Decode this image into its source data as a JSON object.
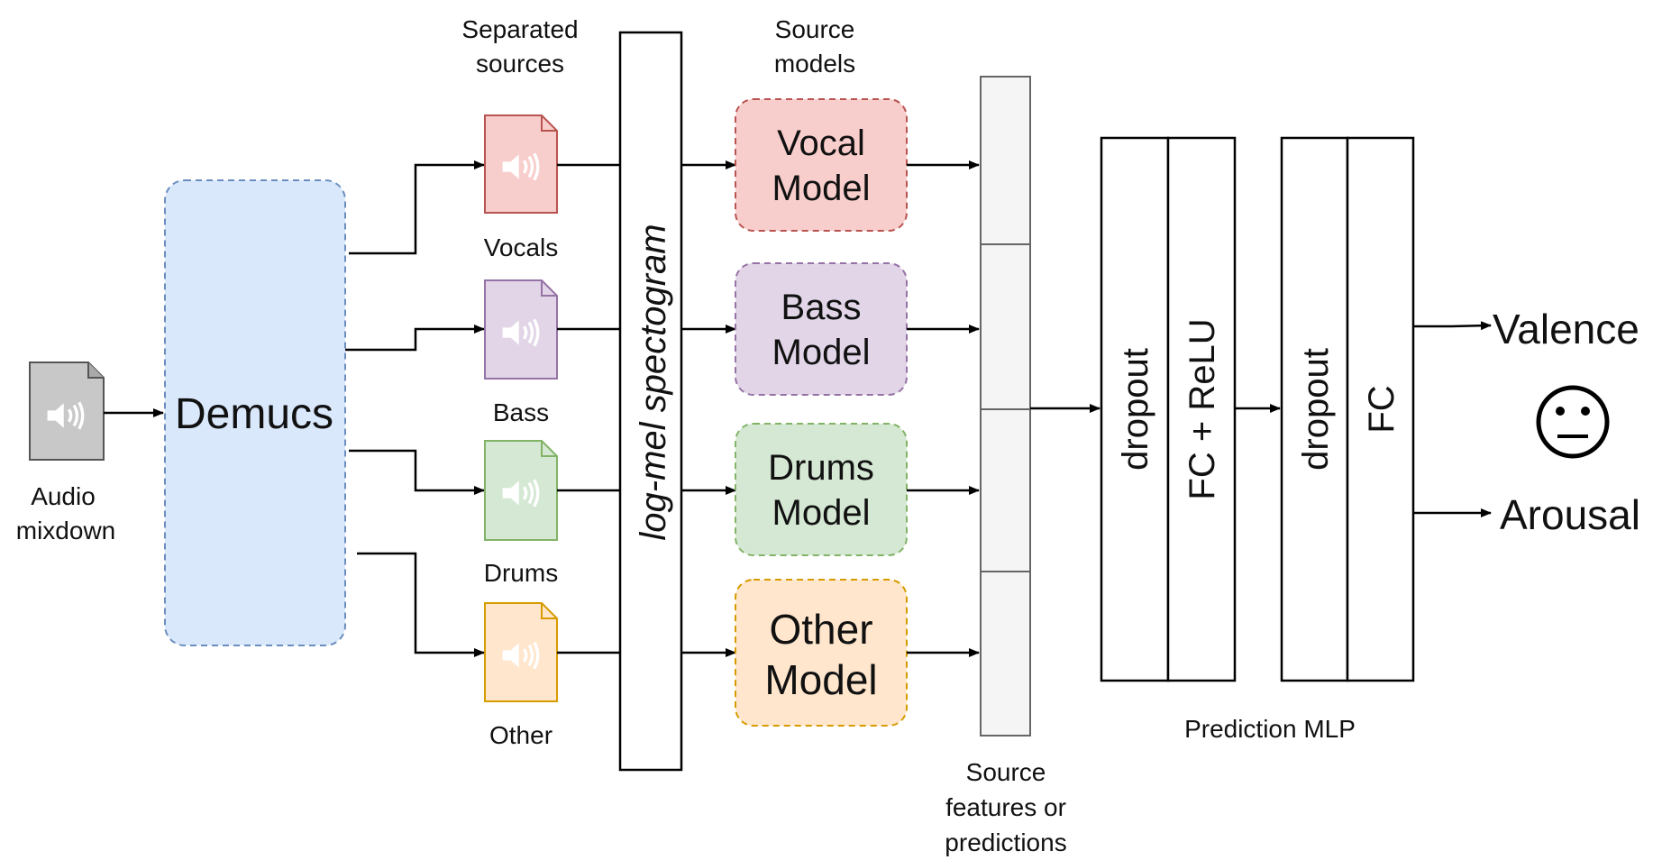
{
  "input": {
    "label_line1": "Audio",
    "label_line2": "mixdown",
    "icon": "audio-file-icon"
  },
  "separator": {
    "label": "Demucs"
  },
  "separated_header": {
    "line1": "Separated",
    "line2": "sources"
  },
  "sources": [
    {
      "label": "Vocals",
      "icon": "audio-file-icon",
      "fill": "#f8cecc",
      "stroke": "#b85450"
    },
    {
      "label": "Bass",
      "icon": "audio-file-icon",
      "fill": "#e1d5e7",
      "stroke": "#9673a6"
    },
    {
      "label": "Drums",
      "icon": "audio-file-icon",
      "fill": "#d5e8d4",
      "stroke": "#82b366"
    },
    {
      "label": "Other",
      "icon": "audio-file-icon",
      "fill": "#ffe6cc",
      "stroke": "#d79b00"
    }
  ],
  "spectrogram": {
    "label": "log-mel spectogram"
  },
  "models_header": {
    "line1": "Source",
    "line2": "models"
  },
  "models": [
    {
      "line1": "Vocal",
      "line2": "Model",
      "fill": "#f8cecc",
      "stroke": "#b85450"
    },
    {
      "line1": "Bass",
      "line2": "Model",
      "fill": "#e1d5e7",
      "stroke": "#9673a6"
    },
    {
      "line1": "Drums",
      "line2": "Model",
      "fill": "#d5e8d4",
      "stroke": "#82b366"
    },
    {
      "line1": "Other",
      "line2": "Model",
      "fill": "#ffe6cc",
      "stroke": "#d79b00"
    }
  ],
  "features": {
    "line1": "Source",
    "line2": "features or",
    "line3": "predictions"
  },
  "mlp": {
    "layers": [
      "dropout",
      "FC + ReLU",
      "dropout",
      "FC"
    ],
    "caption": "Prediction MLP"
  },
  "outputs": {
    "valence": "Valence",
    "arousal": "Arousal",
    "face_icon": "neutral-face-icon"
  },
  "colors": {
    "demucs_fill": "#dae8fc",
    "demucs_stroke": "#6c8ebf",
    "feature_fill": "#f5f5f5",
    "feature_stroke": "#666666"
  }
}
